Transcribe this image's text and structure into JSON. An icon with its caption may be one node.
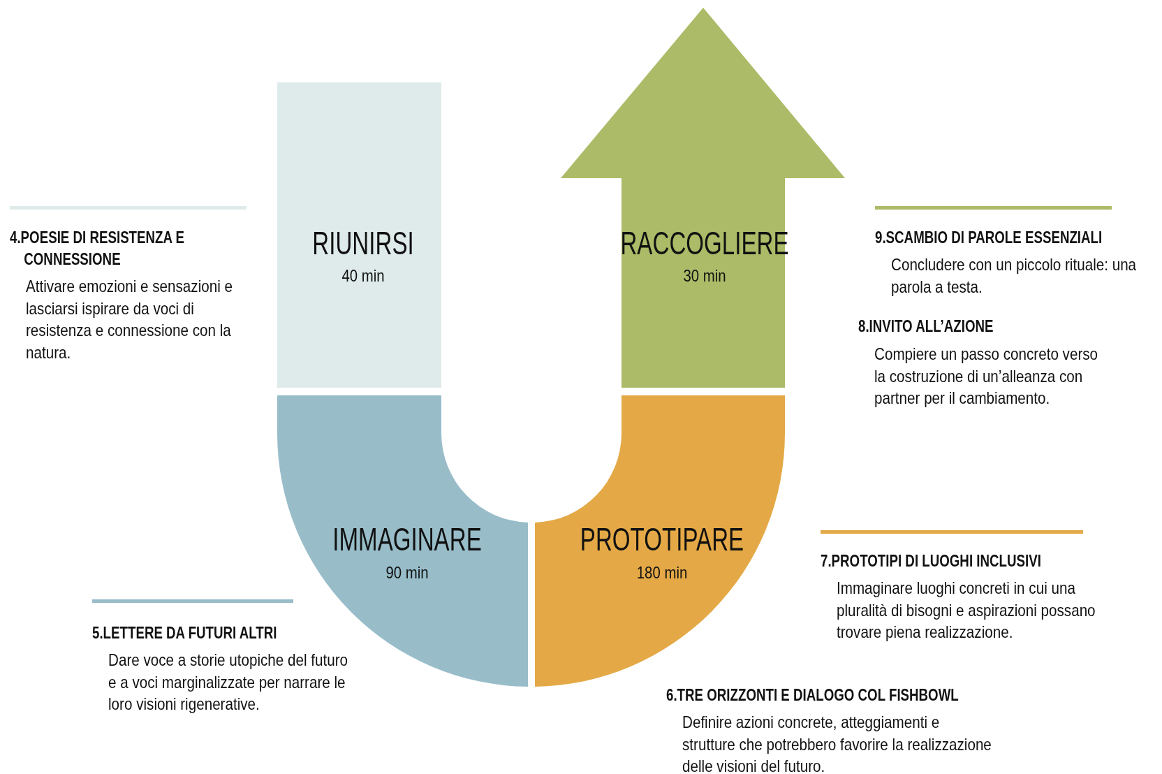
{
  "diagram": {
    "nodes": [
      {
        "text": [
          "RIUNIRSI",
          "40 min"
        ]
      },
      {
        "text": [
          "RACCOGLIERE",
          "30 min"
        ]
      },
      {
        "text": [
          "IMMAGINARE",
          "90 min"
        ]
      },
      {
        "text": [
          "PROTOTIPARE",
          "180 min"
        ]
      }
    ],
    "labels": [
      "4.POESIE DI RESISTENZA E CONNESSIONE",
      "Attivare emozioni e sensazioni e lasciarsi ispirare da voci di resistenza e connessione con la natura.",
      "9.SCAMBIO DI PAROLE ESSENZIALI",
      "Concludere con un piccolo rituale: una parola a testa.",
      "8.INVITO ALL’AZIONE",
      "Compiere un passo concreto verso la costruzione di un’alleanza con partner per il cambiamento.",
      "7.PROTOTIPI DI LUOGHI INCLUSIVI",
      "Immaginare luoghi concreti in cui una pluralità di bisogni e aspirazioni possano trovare piena realizzazione.",
      "5.LETTERE DA FUTURI ALTRI",
      "Dare voce a storie utopiche del futuro e a voci marginalizzate per narrare le loro visioni rigenerative.",
      "6.TRE ORIZZONTI E DIALOGO COL FISHBOWL",
      "Definire azioni concrete, atteggiamenti e strutture che potrebbero favorire la realizzazione delle visioni del futuro."
    ]
  }
}
